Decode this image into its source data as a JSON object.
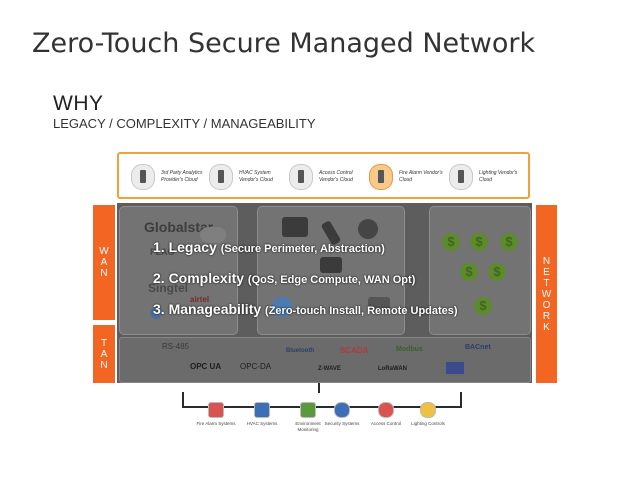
{
  "title": "Zero-Touch Secure Managed Network",
  "why": "WHY",
  "subtitle": "LEGACY / COMPLEXITY / MANAGEABILITY",
  "clouds": [
    {
      "label": "3rd Party Analytics Provider's Cloud",
      "icon": "cloud-analytics-icon"
    },
    {
      "label": "HVAC System Vendor's Cloud",
      "icon": "cloud-hvac-icon"
    },
    {
      "label": "Access Control Vendor's Cloud",
      "icon": "cloud-access-icon"
    },
    {
      "label": "Fire Alarm Vendor's Cloud",
      "icon": "cloud-fire-icon"
    },
    {
      "label": "Lighting Vendor's Cloud",
      "icon": "cloud-lighting-icon"
    }
  ],
  "side": {
    "wan": [
      "W",
      "A",
      "N"
    ],
    "tan": [
      "T",
      "A",
      "N"
    ],
    "network": [
      "N",
      "E",
      "T",
      "W",
      "O",
      "R",
      "K"
    ]
  },
  "overlay": [
    {
      "main": "1. Legacy",
      "paren": "(Secure Perimeter, Abstraction)"
    },
    {
      "main": "2. Complexity",
      "paren": "(QoS, Edge Compute, WAN Opt)"
    },
    {
      "main": "3. Manageability",
      "paren": "(Zero-touch Install, Remote Updates)"
    }
  ],
  "background_labels": {
    "globalstar": "Globalstar",
    "flag": "FLAG",
    "singtel": "Singtel",
    "airtel": "airtel"
  },
  "protocols": [
    "RS-485",
    "OPC UA",
    "OPC-DA",
    "Bluetooth",
    "SCADA",
    "Modbus",
    "BACnet",
    "Z-WAVE",
    "LoRaWAN"
  ],
  "systems": [
    {
      "label": "Fire Alarm Systems",
      "color": "#d9534f"
    },
    {
      "label": "HVAC Systems",
      "color": "#3b6fb6"
    },
    {
      "label": "Environment Monitoring",
      "color": "#5a9a3c"
    },
    {
      "label": "Security Systems",
      "color": "#3b6fb6"
    },
    {
      "label": "Access Control",
      "color": "#d9534f"
    },
    {
      "label": "Lighting Controls",
      "color": "#f0c040"
    }
  ],
  "colors": {
    "accent": "#f26522",
    "cloud_border": "#f0a13a",
    "panel": "#5d5d5d"
  }
}
